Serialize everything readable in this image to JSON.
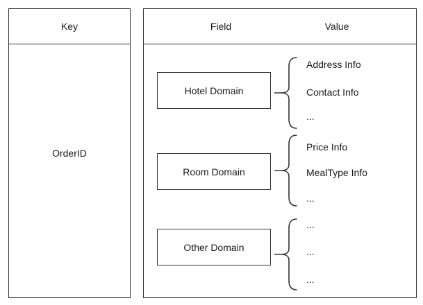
{
  "key_panel": {
    "header": "Key",
    "value": "OrderID"
  },
  "field_value_panel": {
    "field_header": "Field",
    "value_header": "Value",
    "groups": [
      {
        "field": "Hotel Domain",
        "values": [
          "Address Info",
          "Contact Info",
          "..."
        ]
      },
      {
        "field": "Room Domain",
        "values": [
          "Price Info",
          "MealType Info",
          "..."
        ]
      },
      {
        "field": "Other Domain",
        "values": [
          "...",
          "...",
          "..."
        ]
      }
    ]
  },
  "icons": {
    "brace": "{"
  },
  "colors": {
    "line": "#333333",
    "text": "#1a1a1a",
    "background": "#ffffff"
  }
}
